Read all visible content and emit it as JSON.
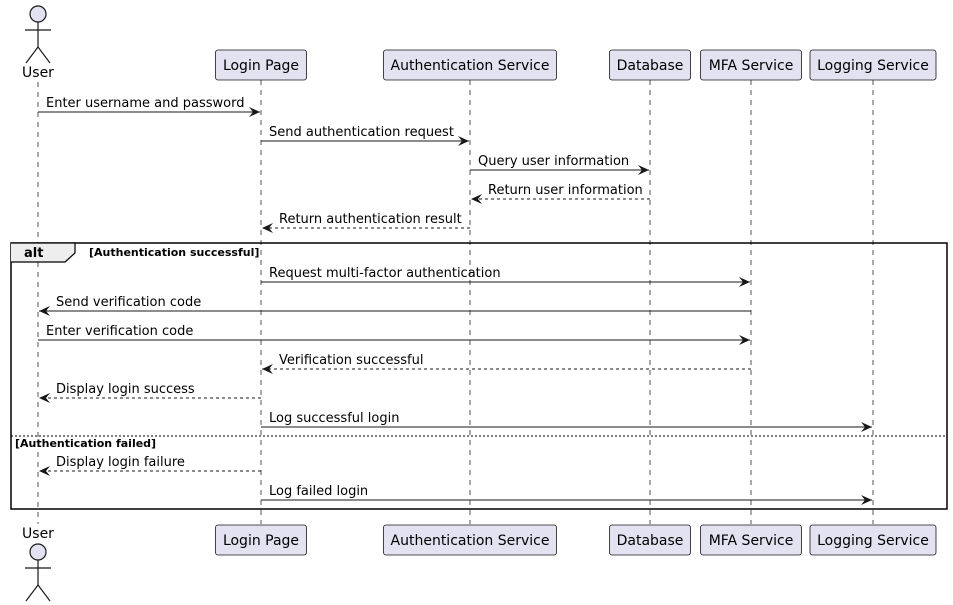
{
  "colors": {
    "participant_fill": "#E2E2F0",
    "participant_stroke": "#181818",
    "lifeline": "#555555",
    "arrow": "#181818",
    "frame": "#000000",
    "background": "#FFFFFF"
  },
  "actor": {
    "label": "User",
    "icon": "stick-figure-icon"
  },
  "participants": [
    {
      "id": "user",
      "label": "User",
      "kind": "actor"
    },
    {
      "id": "login",
      "label": "Login Page",
      "kind": "participant"
    },
    {
      "id": "auth",
      "label": "Authentication Service",
      "kind": "participant"
    },
    {
      "id": "db",
      "label": "Database",
      "kind": "participant"
    },
    {
      "id": "mfa",
      "label": "MFA Service",
      "kind": "participant"
    },
    {
      "id": "log",
      "label": "Logging Service",
      "kind": "participant"
    }
  ],
  "messages": [
    {
      "from": "user",
      "to": "login",
      "label": "Enter username and password",
      "style": "solid"
    },
    {
      "from": "login",
      "to": "auth",
      "label": "Send authentication request",
      "style": "solid"
    },
    {
      "from": "auth",
      "to": "db",
      "label": "Query user information",
      "style": "solid"
    },
    {
      "from": "db",
      "to": "auth",
      "label": "Return user information",
      "style": "dashed"
    },
    {
      "from": "auth",
      "to": "login",
      "label": "Return authentication result",
      "style": "dashed"
    },
    {
      "from": "login",
      "to": "mfa",
      "label": "Request multi-factor authentication",
      "style": "solid"
    },
    {
      "from": "mfa",
      "to": "user",
      "label": "Send verification code",
      "style": "solid"
    },
    {
      "from": "user",
      "to": "mfa",
      "label": "Enter verification code",
      "style": "solid"
    },
    {
      "from": "mfa",
      "to": "login",
      "label": "Verification successful",
      "style": "dashed"
    },
    {
      "from": "login",
      "to": "user",
      "label": "Display login success",
      "style": "dashed"
    },
    {
      "from": "login",
      "to": "log",
      "label": "Log successful login",
      "style": "solid"
    },
    {
      "from": "login",
      "to": "user",
      "label": "Display login failure",
      "style": "dashed"
    },
    {
      "from": "login",
      "to": "log",
      "label": "Log failed login",
      "style": "solid"
    }
  ],
  "alt_frame": {
    "keyword": "alt",
    "guard_success": "[Authentication successful]",
    "guard_failure": "[Authentication failed]"
  }
}
